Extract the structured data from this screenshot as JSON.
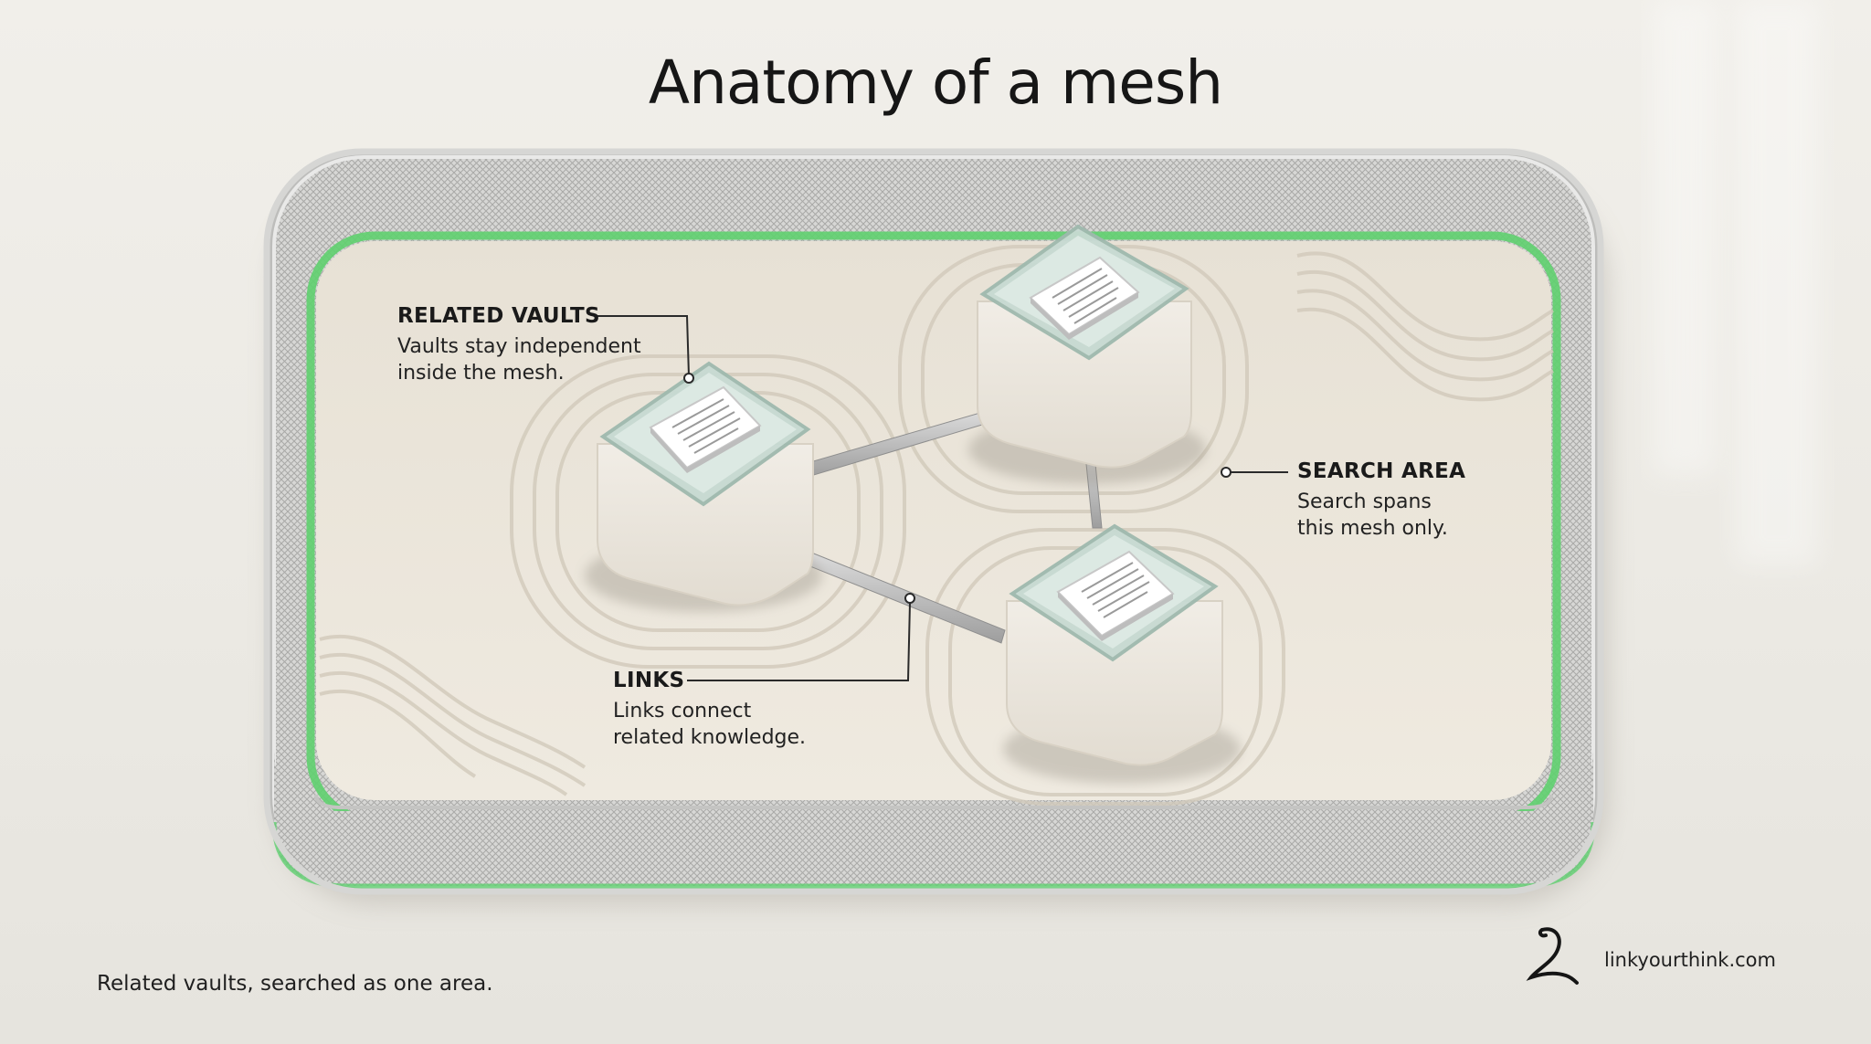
{
  "title": "Anatomy of a mesh",
  "callouts": {
    "related_vaults": {
      "heading": "RELATED VAULTS",
      "lines": [
        "Vaults stay independent",
        "inside the mesh."
      ]
    },
    "search_area": {
      "heading": "SEARCH AREA",
      "lines": [
        "Search spans",
        "this mesh only."
      ]
    },
    "links": {
      "heading": "LINKS",
      "lines": [
        "Links connect",
        "related knowledge."
      ]
    }
  },
  "caption": "Related vaults, searched as one area.",
  "brand": {
    "site": "linkyourthink.com",
    "logo_icon": "ly-monogram-icon"
  },
  "colors": {
    "background": "#ece9e3",
    "sand": "#ece6da",
    "tray_frame": "#c9c9c7",
    "search_edge_green": "#5fd06f",
    "cube": "#ece7de",
    "glass": "#c9dbd3",
    "text": "#1b1b1b"
  },
  "icons": [
    "document-icon",
    "vault-cube-icon",
    "link-bar-icon",
    "callout-dot-icon"
  ]
}
